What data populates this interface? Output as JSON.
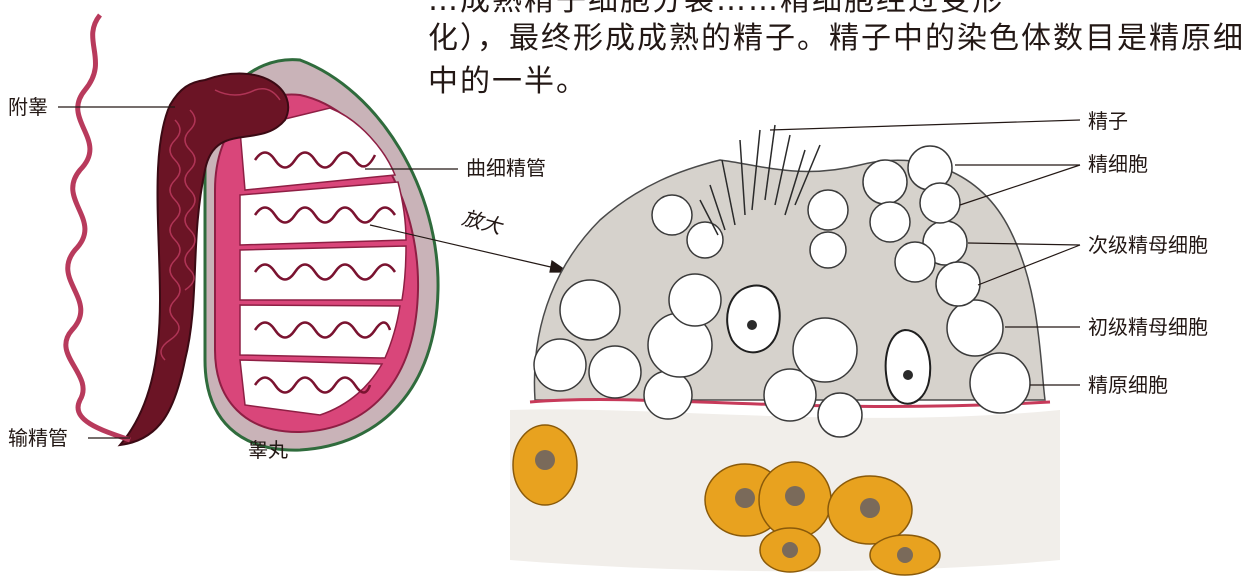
{
  "paragraph": {
    "line1": "…成熟精子细胞分裂……精细胞经过变形",
    "line2": "化），最终形成成熟的精子。精子中的染色体数目是精原细",
    "line3": "中的一半。"
  },
  "left_figure": {
    "labels": {
      "epididymis": "附睾",
      "seminiferous_tubule": "曲细精管",
      "vas_deferens": "输精管",
      "testis": "睾丸",
      "magnify": "放大"
    }
  },
  "right_figure": {
    "labels": {
      "sperm": "精子",
      "spermatid": "精细胞",
      "secondary_spermatocyte": "次级精母细胞",
      "primary_spermatocyte": "初级精母细胞",
      "spermatogonium": "精原细胞"
    }
  },
  "colors": {
    "testis_pink": "#d9467a",
    "epididymis_dark": "#6b1425",
    "tunica_gray": "#c9b3b8",
    "tunica_green": "#2f6b3c",
    "interstitial_orange": "#e8a21f",
    "basement_red": "#c73a5a"
  }
}
